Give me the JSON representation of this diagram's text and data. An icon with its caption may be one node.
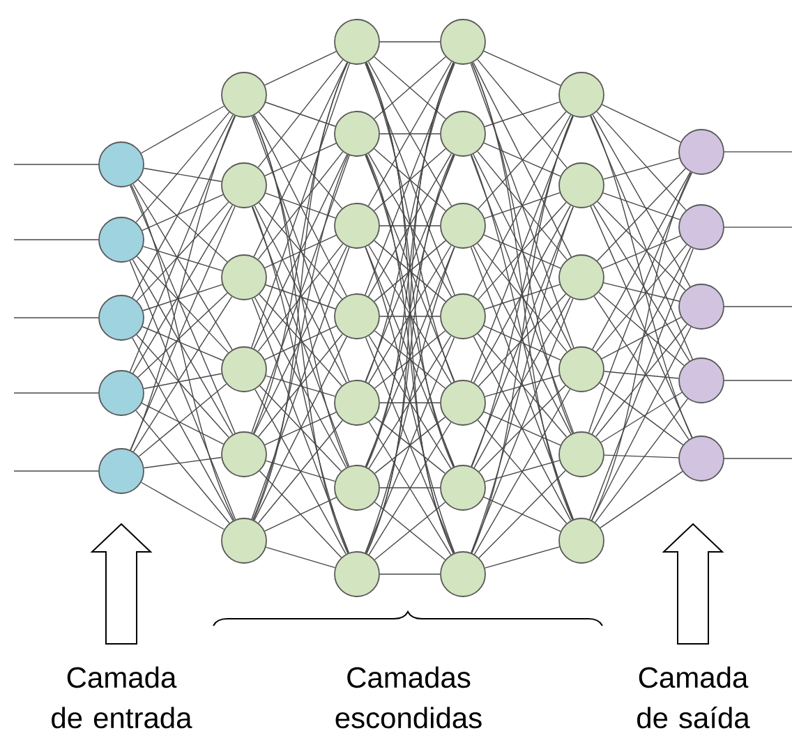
{
  "diagram": {
    "nodes": [
      {
        "text": [],
        "shape": "circle"
      },
      {
        "text": [],
        "shape": "circle"
      },
      {
        "text": [],
        "shape": "circle"
      },
      {
        "text": [],
        "shape": "circle"
      },
      {
        "text": [],
        "shape": "circle"
      },
      {
        "text": [],
        "shape": "circle"
      },
      {
        "text": [],
        "shape": "circle"
      },
      {
        "text": [],
        "shape": "circle"
      },
      {
        "text": [],
        "shape": "circle"
      },
      {
        "text": [],
        "shape": "circle"
      },
      {
        "text": [],
        "shape": "circle"
      },
      {
        "text": [],
        "shape": "circle"
      },
      {
        "text": [],
        "shape": "circle"
      },
      {
        "text": [],
        "shape": "circle"
      },
      {
        "text": [],
        "shape": "circle"
      },
      {
        "text": [],
        "shape": "circle"
      },
      {
        "text": [],
        "shape": "circle"
      },
      {
        "text": [],
        "shape": "circle"
      },
      {
        "text": [],
        "shape": "circle"
      },
      {
        "text": [],
        "shape": "circle"
      },
      {
        "text": [],
        "shape": "circle"
      },
      {
        "text": [],
        "shape": "circle"
      },
      {
        "text": [],
        "shape": "circle"
      },
      {
        "text": [],
        "shape": "circle"
      },
      {
        "text": [],
        "shape": "circle"
      },
      {
        "text": [],
        "shape": "circle"
      },
      {
        "text": [],
        "shape": "circle"
      },
      {
        "text": [],
        "shape": "circle"
      },
      {
        "text": [],
        "shape": "circle"
      },
      {
        "text": [],
        "shape": "circle"
      },
      {
        "text": [],
        "shape": "circle"
      },
      {
        "text": [],
        "shape": "circle"
      },
      {
        "text": [],
        "shape": "circle"
      },
      {
        "text": [],
        "shape": "circle"
      },
      {
        "text": [],
        "shape": "circle"
      },
      {
        "text": [],
        "shape": "circle"
      }
    ],
    "edges": [
      {
        "from": null,
        "to": 0,
        "arrow": "none"
      },
      {
        "from": null,
        "to": 1,
        "arrow": "none"
      },
      {
        "from": null,
        "to": 2,
        "arrow": "none"
      },
      {
        "from": null,
        "to": 3,
        "arrow": "none"
      },
      {
        "from": null,
        "to": 4,
        "arrow": "none"
      },
      {
        "from": 0,
        "to": 5,
        "arrow": "none"
      },
      {
        "from": 0,
        "to": 6,
        "arrow": "none"
      },
      {
        "from": 0,
        "to": 7,
        "arrow": "none"
      },
      {
        "from": 0,
        "to": 8,
        "arrow": "none"
      },
      {
        "from": 0,
        "to": 9,
        "arrow": "none"
      },
      {
        "from": 0,
        "to": 10,
        "arrow": "none"
      },
      {
        "from": 1,
        "to": 5,
        "arrow": "none"
      },
      {
        "from": 1,
        "to": 6,
        "arrow": "none"
      },
      {
        "from": 1,
        "to": 7,
        "arrow": "none"
      },
      {
        "from": 1,
        "to": 8,
        "arrow": "none"
      },
      {
        "from": 1,
        "to": 9,
        "arrow": "none"
      },
      {
        "from": 1,
        "to": 10,
        "arrow": "none"
      },
      {
        "from": 2,
        "to": 5,
        "arrow": "none"
      },
      {
        "from": 2,
        "to": 6,
        "arrow": "none"
      },
      {
        "from": 2,
        "to": 7,
        "arrow": "none"
      },
      {
        "from": 2,
        "to": 8,
        "arrow": "none"
      },
      {
        "from": 2,
        "to": 9,
        "arrow": "none"
      },
      {
        "from": 2,
        "to": 10,
        "arrow": "none"
      },
      {
        "from": 3,
        "to": 5,
        "arrow": "none"
      },
      {
        "from": 3,
        "to": 6,
        "arrow": "none"
      },
      {
        "from": 3,
        "to": 7,
        "arrow": "none"
      },
      {
        "from": 3,
        "to": 8,
        "arrow": "none"
      },
      {
        "from": 3,
        "to": 9,
        "arrow": "none"
      },
      {
        "from": 3,
        "to": 10,
        "arrow": "none"
      },
      {
        "from": 4,
        "to": 5,
        "arrow": "none"
      },
      {
        "from": 4,
        "to": 6,
        "arrow": "none"
      },
      {
        "from": 4,
        "to": 7,
        "arrow": "none"
      },
      {
        "from": 4,
        "to": 8,
        "arrow": "none"
      },
      {
        "from": 4,
        "to": 9,
        "arrow": "none"
      },
      {
        "from": 4,
        "to": 10,
        "arrow": "none"
      },
      {
        "from": 5,
        "to": 11,
        "arrow": "none"
      },
      {
        "from": 5,
        "to": 12,
        "arrow": "none"
      },
      {
        "from": 5,
        "to": 13,
        "arrow": "none"
      },
      {
        "from": 5,
        "to": 14,
        "arrow": "none"
      },
      {
        "from": 5,
        "to": 15,
        "arrow": "none"
      },
      {
        "from": 5,
        "to": 16,
        "arrow": "none"
      },
      {
        "from": 5,
        "to": 17,
        "arrow": "none"
      },
      {
        "from": 6,
        "to": 11,
        "arrow": "none"
      },
      {
        "from": 6,
        "to": 12,
        "arrow": "none"
      },
      {
        "from": 6,
        "to": 13,
        "arrow": "none"
      },
      {
        "from": 6,
        "to": 14,
        "arrow": "none"
      },
      {
        "from": 6,
        "to": 15,
        "arrow": "none"
      },
      {
        "from": 6,
        "to": 16,
        "arrow": "none"
      },
      {
        "from": 6,
        "to": 17,
        "arrow": "none"
      },
      {
        "from": 7,
        "to": 11,
        "arrow": "none"
      },
      {
        "from": 7,
        "to": 12,
        "arrow": "none"
      },
      {
        "from": 7,
        "to": 13,
        "arrow": "none"
      },
      {
        "from": 7,
        "to": 14,
        "arrow": "none"
      },
      {
        "from": 7,
        "to": 15,
        "arrow": "none"
      },
      {
        "from": 7,
        "to": 16,
        "arrow": "none"
      },
      {
        "from": 7,
        "to": 17,
        "arrow": "none"
      },
      {
        "from": 8,
        "to": 11,
        "arrow": "none"
      },
      {
        "from": 8,
        "to": 12,
        "arrow": "none"
      },
      {
        "from": 8,
        "to": 13,
        "arrow": "none"
      },
      {
        "from": 8,
        "to": 14,
        "arrow": "none"
      },
      {
        "from": 8,
        "to": 15,
        "arrow": "none"
      },
      {
        "from": 8,
        "to": 16,
        "arrow": "none"
      },
      {
        "from": 8,
        "to": 17,
        "arrow": "none"
      },
      {
        "from": 9,
        "to": 11,
        "arrow": "none"
      },
      {
        "from": 9,
        "to": 12,
        "arrow": "none"
      },
      {
        "from": 9,
        "to": 13,
        "arrow": "none"
      },
      {
        "from": 9,
        "to": 14,
        "arrow": "none"
      },
      {
        "from": 9,
        "to": 15,
        "arrow": "none"
      },
      {
        "from": 9,
        "to": 16,
        "arrow": "none"
      },
      {
        "from": 9,
        "to": 17,
        "arrow": "none"
      },
      {
        "from": 10,
        "to": 11,
        "arrow": "none"
      },
      {
        "from": 10,
        "to": 12,
        "arrow": "none"
      },
      {
        "from": 10,
        "to": 13,
        "arrow": "none"
      },
      {
        "from": 10,
        "to": 14,
        "arrow": "none"
      },
      {
        "from": 10,
        "to": 15,
        "arrow": "none"
      },
      {
        "from": 10,
        "to": 16,
        "arrow": "none"
      },
      {
        "from": 10,
        "to": 17,
        "arrow": "none"
      },
      {
        "from": 11,
        "to": 18,
        "arrow": "none"
      },
      {
        "from": 11,
        "to": 19,
        "arrow": "none"
      },
      {
        "from": 11,
        "to": 20,
        "arrow": "none"
      },
      {
        "from": 11,
        "to": 21,
        "arrow": "none"
      },
      {
        "from": 11,
        "to": 22,
        "arrow": "none"
      },
      {
        "from": 11,
        "to": 23,
        "arrow": "none"
      },
      {
        "from": 11,
        "to": 24,
        "arrow": "none"
      },
      {
        "from": 12,
        "to": 18,
        "arrow": "none"
      },
      {
        "from": 12,
        "to": 19,
        "arrow": "none"
      },
      {
        "from": 12,
        "to": 20,
        "arrow": "none"
      },
      {
        "from": 12,
        "to": 21,
        "arrow": "none"
      },
      {
        "from": 12,
        "to": 22,
        "arrow": "none"
      },
      {
        "from": 12,
        "to": 23,
        "arrow": "none"
      },
      {
        "from": 12,
        "to": 24,
        "arrow": "none"
      },
      {
        "from": 13,
        "to": 18,
        "arrow": "none"
      },
      {
        "from": 13,
        "to": 19,
        "arrow": "none"
      },
      {
        "from": 13,
        "to": 20,
        "arrow": "none"
      },
      {
        "from": 13,
        "to": 21,
        "arrow": "none"
      },
      {
        "from": 13,
        "to": 22,
        "arrow": "none"
      },
      {
        "from": 13,
        "to": 23,
        "arrow": "none"
      },
      {
        "from": 13,
        "to": 24,
        "arrow": "none"
      },
      {
        "from": 14,
        "to": 18,
        "arrow": "none"
      },
      {
        "from": 14,
        "to": 19,
        "arrow": "none"
      },
      {
        "from": 14,
        "to": 20,
        "arrow": "none"
      },
      {
        "from": 14,
        "to": 21,
        "arrow": "none"
      },
      {
        "from": 14,
        "to": 22,
        "arrow": "none"
      },
      {
        "from": 14,
        "to": 23,
        "arrow": "none"
      },
      {
        "from": 14,
        "to": 24,
        "arrow": "none"
      },
      {
        "from": 15,
        "to": 18,
        "arrow": "none"
      },
      {
        "from": 15,
        "to": 19,
        "arrow": "none"
      },
      {
        "from": 15,
        "to": 20,
        "arrow": "none"
      },
      {
        "from": 15,
        "to": 21,
        "arrow": "none"
      },
      {
        "from": 15,
        "to": 22,
        "arrow": "none"
      },
      {
        "from": 15,
        "to": 23,
        "arrow": "none"
      },
      {
        "from": 15,
        "to": 24,
        "arrow": "none"
      },
      {
        "from": 16,
        "to": 18,
        "arrow": "none"
      },
      {
        "from": 16,
        "to": 19,
        "arrow": "none"
      },
      {
        "from": 16,
        "to": 20,
        "arrow": "none"
      },
      {
        "from": 16,
        "to": 21,
        "arrow": "none"
      },
      {
        "from": 16,
        "to": 22,
        "arrow": "none"
      },
      {
        "from": 16,
        "to": 23,
        "arrow": "none"
      },
      {
        "from": 16,
        "to": 24,
        "arrow": "none"
      },
      {
        "from": 17,
        "to": 18,
        "arrow": "none"
      },
      {
        "from": 17,
        "to": 19,
        "arrow": "none"
      },
      {
        "from": 17,
        "to": 20,
        "arrow": "none"
      },
      {
        "from": 17,
        "to": 21,
        "arrow": "none"
      },
      {
        "from": 17,
        "to": 22,
        "arrow": "none"
      },
      {
        "from": 17,
        "to": 23,
        "arrow": "none"
      },
      {
        "from": 17,
        "to": 24,
        "arrow": "none"
      },
      {
        "from": 18,
        "to": 25,
        "arrow": "none"
      },
      {
        "from": 18,
        "to": 26,
        "arrow": "none"
      },
      {
        "from": 18,
        "to": 27,
        "arrow": "none"
      },
      {
        "from": 18,
        "to": 28,
        "arrow": "none"
      },
      {
        "from": 18,
        "to": 29,
        "arrow": "none"
      },
      {
        "from": 18,
        "to": 30,
        "arrow": "none"
      },
      {
        "from": 19,
        "to": 25,
        "arrow": "none"
      },
      {
        "from": 19,
        "to": 26,
        "arrow": "none"
      },
      {
        "from": 19,
        "to": 27,
        "arrow": "none"
      },
      {
        "from": 19,
        "to": 28,
        "arrow": "none"
      },
      {
        "from": 19,
        "to": 29,
        "arrow": "none"
      },
      {
        "from": 19,
        "to": 30,
        "arrow": "none"
      },
      {
        "from": 20,
        "to": 25,
        "arrow": "none"
      },
      {
        "from": 20,
        "to": 26,
        "arrow": "none"
      },
      {
        "from": 20,
        "to": 27,
        "arrow": "none"
      },
      {
        "from": 20,
        "to": 28,
        "arrow": "none"
      },
      {
        "from": 20,
        "to": 29,
        "arrow": "none"
      },
      {
        "from": 20,
        "to": 30,
        "arrow": "none"
      },
      {
        "from": 21,
        "to": 25,
        "arrow": "none"
      },
      {
        "from": 21,
        "to": 26,
        "arrow": "none"
      },
      {
        "from": 21,
        "to": 27,
        "arrow": "none"
      },
      {
        "from": 21,
        "to": 28,
        "arrow": "none"
      },
      {
        "from": 21,
        "to": 29,
        "arrow": "none"
      },
      {
        "from": 21,
        "to": 30,
        "arrow": "none"
      },
      {
        "from": 22,
        "to": 25,
        "arrow": "none"
      },
      {
        "from": 22,
        "to": 26,
        "arrow": "none"
      },
      {
        "from": 22,
        "to": 27,
        "arrow": "none"
      },
      {
        "from": 22,
        "to": 28,
        "arrow": "none"
      },
      {
        "from": 22,
        "to": 29,
        "arrow": "none"
      },
      {
        "from": 22,
        "to": 30,
        "arrow": "none"
      },
      {
        "from": 23,
        "to": 25,
        "arrow": "none"
      },
      {
        "from": 23,
        "to": 26,
        "arrow": "none"
      },
      {
        "from": 23,
        "to": 27,
        "arrow": "none"
      },
      {
        "from": 23,
        "to": 28,
        "arrow": "none"
      },
      {
        "from": 23,
        "to": 29,
        "arrow": "none"
      },
      {
        "from": 23,
        "to": 30,
        "arrow": "none"
      },
      {
        "from": 24,
        "to": 25,
        "arrow": "none"
      },
      {
        "from": 24,
        "to": 26,
        "arrow": "none"
      },
      {
        "from": 24,
        "to": 27,
        "arrow": "none"
      },
      {
        "from": 24,
        "to": 28,
        "arrow": "none"
      },
      {
        "from": 24,
        "to": 29,
        "arrow": "none"
      },
      {
        "from": 24,
        "to": 30,
        "arrow": "none"
      },
      {
        "from": 25,
        "to": 31,
        "arrow": "none"
      },
      {
        "from": 25,
        "to": 32,
        "arrow": "none"
      },
      {
        "from": 25,
        "to": 33,
        "arrow": "none"
      },
      {
        "from": 25,
        "to": 34,
        "arrow": "none"
      },
      {
        "from": 25,
        "to": 35,
        "arrow": "none"
      },
      {
        "from": 26,
        "to": 31,
        "arrow": "none"
      },
      {
        "from": 26,
        "to": 32,
        "arrow": "none"
      },
      {
        "from": 26,
        "to": 33,
        "arrow": "none"
      },
      {
        "from": 26,
        "to": 34,
        "arrow": "none"
      },
      {
        "from": 26,
        "to": 35,
        "arrow": "none"
      },
      {
        "from": 27,
        "to": 31,
        "arrow": "none"
      },
      {
        "from": 27,
        "to": 32,
        "arrow": "none"
      },
      {
        "from": 27,
        "to": 33,
        "arrow": "none"
      },
      {
        "from": 27,
        "to": 34,
        "arrow": "none"
      },
      {
        "from": 27,
        "to": 35,
        "arrow": "none"
      },
      {
        "from": 28,
        "to": 31,
        "arrow": "none"
      },
      {
        "from": 28,
        "to": 32,
        "arrow": "none"
      },
      {
        "from": 28,
        "to": 33,
        "arrow": "none"
      },
      {
        "from": 28,
        "to": 34,
        "arrow": "none"
      },
      {
        "from": 28,
        "to": 35,
        "arrow": "none"
      },
      {
        "from": 29,
        "to": 31,
        "arrow": "none"
      },
      {
        "from": 29,
        "to": 32,
        "arrow": "none"
      },
      {
        "from": 29,
        "to": 33,
        "arrow": "none"
      },
      {
        "from": 29,
        "to": 34,
        "arrow": "none"
      },
      {
        "from": 29,
        "to": 35,
        "arrow": "none"
      },
      {
        "from": 30,
        "to": 31,
        "arrow": "none"
      },
      {
        "from": 30,
        "to": 32,
        "arrow": "none"
      },
      {
        "from": 30,
        "to": 33,
        "arrow": "none"
      },
      {
        "from": 30,
        "to": 34,
        "arrow": "none"
      },
      {
        "from": 30,
        "to": 35,
        "arrow": "none"
      },
      {
        "from": 31,
        "to": null,
        "arrow": "none"
      },
      {
        "from": 32,
        "to": null,
        "arrow": "none"
      },
      {
        "from": 33,
        "to": null,
        "arrow": "none"
      },
      {
        "from": 34,
        "to": null,
        "arrow": "none"
      },
      {
        "from": 35,
        "to": null,
        "arrow": "none"
      }
    ],
    "labels": [
      "Camada de entrada",
      "Camadas escondidas",
      "Camada de saída"
    ]
  }
}
